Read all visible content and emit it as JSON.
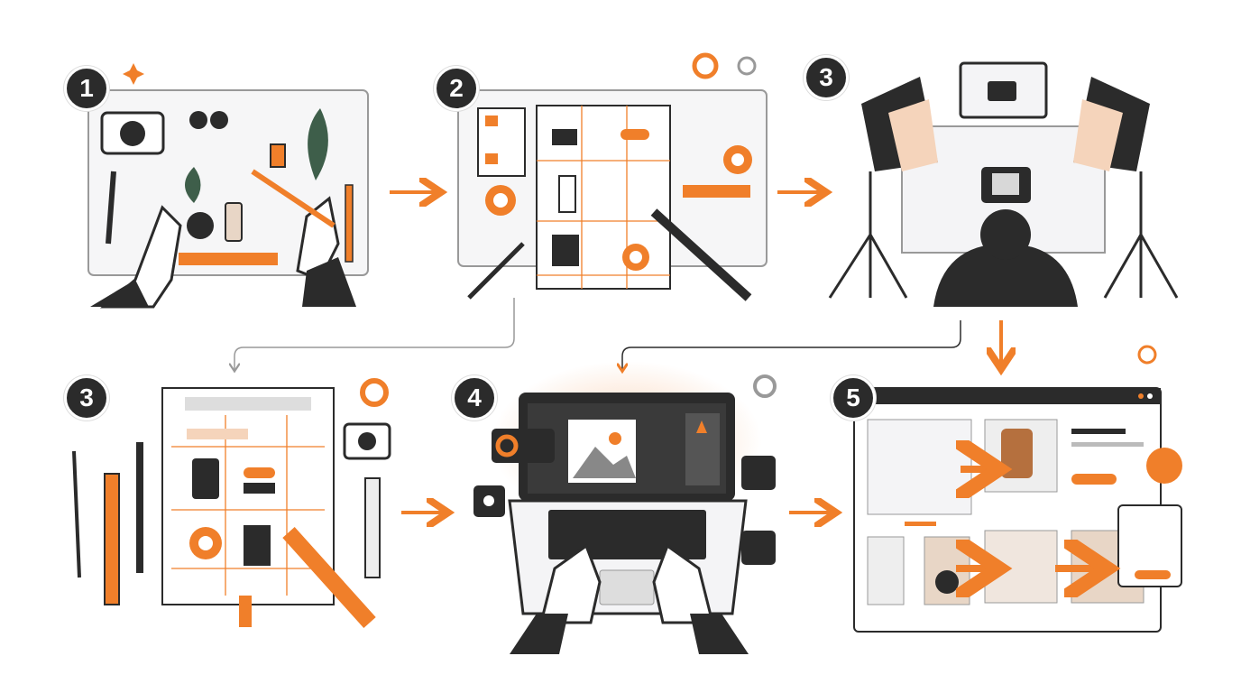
{
  "colors": {
    "accent": "#f07f2a",
    "ink": "#2b2b2b",
    "panel": "#f4f4f6",
    "line": "#bdbdbd"
  },
  "steps": [
    {
      "number": "1",
      "icon": "flat-lay-arrangement-icon"
    },
    {
      "number": "2",
      "icon": "layout-grid-planning-icon"
    },
    {
      "number": "3",
      "icon": "photo-studio-shoot-icon"
    },
    {
      "number": "3",
      "icon": "grid-alignment-tools-icon"
    },
    {
      "number": "4",
      "icon": "laptop-editing-icon"
    },
    {
      "number": "5",
      "icon": "web-shop-publishing-icon"
    }
  ]
}
